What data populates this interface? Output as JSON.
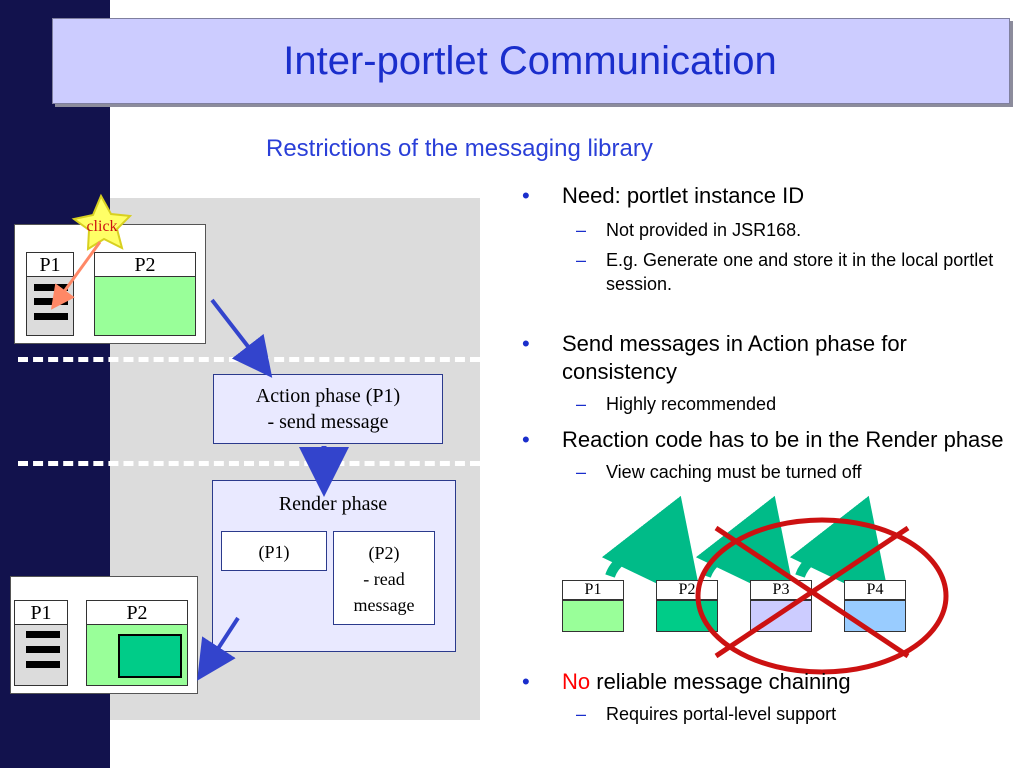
{
  "slide": {
    "title": "Inter-portlet Communication",
    "subtitle": "Restrictions of the messaging library"
  },
  "diagram": {
    "click_label": "click",
    "top_window": {
      "p1": "P1",
      "p2": "P2"
    },
    "action_box": {
      "line1": "Action phase (P1)",
      "line2": "- send message"
    },
    "render_box": {
      "title": "Render phase",
      "left_label": "(P1)",
      "right_line1": "(P2)",
      "right_line2": "- read",
      "right_line3": "message"
    },
    "bottom_window": {
      "p1": "P1",
      "p2": "P2"
    },
    "chain": [
      "P1",
      "P2",
      "P3",
      "P4"
    ]
  },
  "bullets": [
    {
      "text": "Need: portlet instance ID",
      "subs": [
        "Not provided in JSR168.",
        "E.g. Generate one and store it in the local portlet session."
      ]
    },
    {
      "text": "Send messages in Action phase for consistency",
      "subs": [
        "Highly recommended"
      ]
    },
    {
      "text": "Reaction code has to be in the Render phase",
      "subs": [
        "View caching must be turned off"
      ]
    },
    {
      "prefix": "No",
      "text": " reliable message chaining",
      "subs": [
        "Requires portal-level support"
      ]
    }
  ],
  "colors": {
    "sidebar": "#12124d",
    "title_bg": "#ccccff",
    "title_text": "#1a2ecc",
    "panel_gray": "#dcdcdc",
    "portlet_green": "#99ff99",
    "p2_active": "#00cc88",
    "p3_fill": "#ccccff",
    "p4_fill": "#99ccff",
    "cross_red": "#cc1111",
    "star_yellow": "#ffff66",
    "no_red": "#ff0000"
  }
}
